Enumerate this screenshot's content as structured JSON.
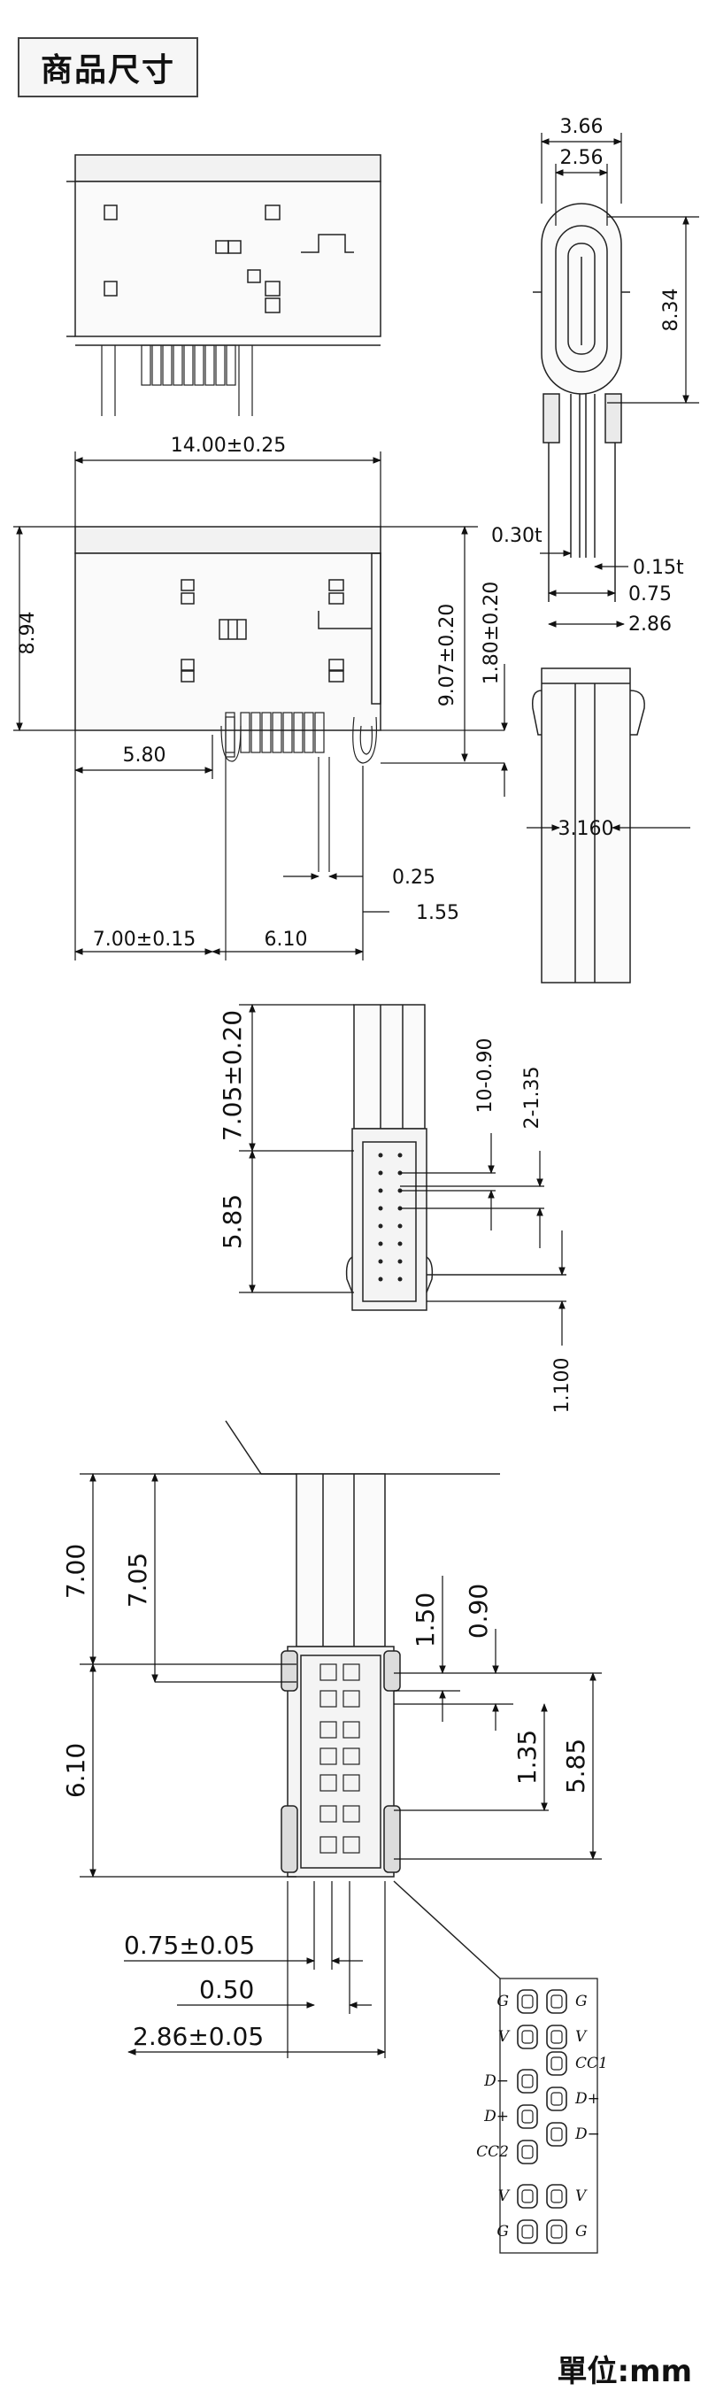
{
  "header": {
    "title": "商品尺寸"
  },
  "footer": {
    "unit": "單位:mm"
  },
  "view_top": {
    "width": "14.00±0.25",
    "height": "8.94",
    "left_offset": "5.80",
    "pin_height": "9.07±0.20",
    "tail": "1.80±0.20",
    "pitch": "0.25",
    "lead": "1.55",
    "bottom_left": "7.00±0.15",
    "bottom_right": "6.10"
  },
  "view_side": {
    "outer": "3.66",
    "inner": "2.56",
    "length": "8.34",
    "left_thick": "0.30t",
    "right_thick": "0.15t",
    "pin_w": "0.75",
    "total_w": "2.86",
    "thickness": "3.160"
  },
  "view_mid": {
    "top": "7.05±0.20",
    "bottom": "5.85",
    "row1": "10-0.90",
    "row2": "2-1.35",
    "offset": "1.100"
  },
  "view_bottom": {
    "d1": "7.00",
    "d2": "7.05",
    "d3": "1.50",
    "d4": "0.90",
    "d5": "6.10",
    "d6": "1.35",
    "d7": "5.85",
    "w1": "0.75±0.05",
    "w2": "0.50",
    "w3": "2.86±0.05"
  },
  "pinout": {
    "left": [
      "G",
      "V",
      "D−",
      "D+",
      "CC2",
      "V",
      "G"
    ],
    "right": [
      "G",
      "V",
      "CC1",
      "D+",
      "D−",
      "V",
      "G"
    ]
  }
}
